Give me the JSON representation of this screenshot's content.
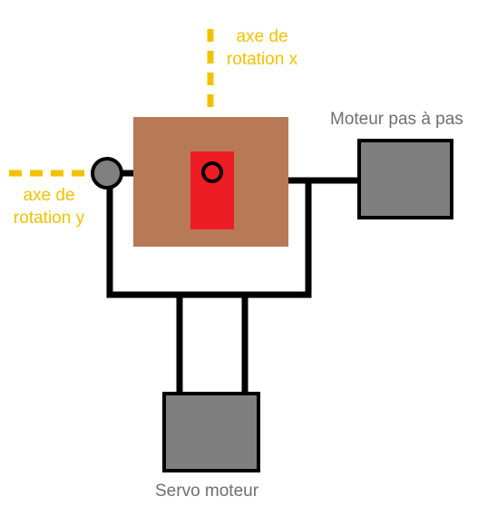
{
  "labels": {
    "axis_x_line1": "axe de",
    "axis_x_line2": "rotation x",
    "axis_y_line1": "axe de",
    "axis_y_line2": "rotation y",
    "stepper_motor": "Moteur pas à pas",
    "servo_motor": "Servo moteur"
  },
  "colors": {
    "axis_yellow": "#f2c200",
    "platform_brown": "#b87a56",
    "component_red": "#ee1c25",
    "motor_gray": "#7f7f7f",
    "pivot_gray": "#808080",
    "frame_black": "#000000",
    "label_gray": "#6f6f6f"
  }
}
